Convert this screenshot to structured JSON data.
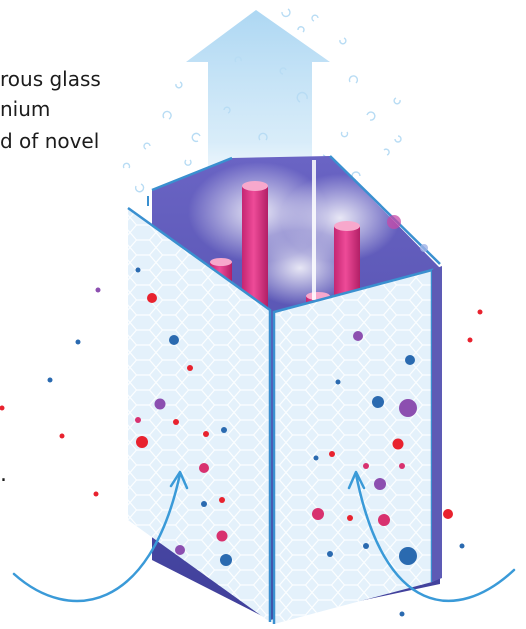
{
  "caption": {
    "lines": [
      "rous glass",
      "nium",
      "d of novel"
    ]
  },
  "edge_marks": [
    "."
  ],
  "illustration": {
    "subject": "porous glass filter cell with internal rods and rising airflow",
    "colors": {
      "arrow_up": "#a8d4f0",
      "glass_panel": "#e6f2fb",
      "glass_edge": "#3a90d0",
      "interior": "#5b5ab8",
      "rod": "#e23c8b",
      "rod_top": "#f7a8cc",
      "particle_red": "#e8222e",
      "particle_blue": "#2a6ab0",
      "particle_purple": "#8c4fb0",
      "particle_pink": "#d8316f",
      "flow_arrow": "#3a9ad8"
    }
  }
}
